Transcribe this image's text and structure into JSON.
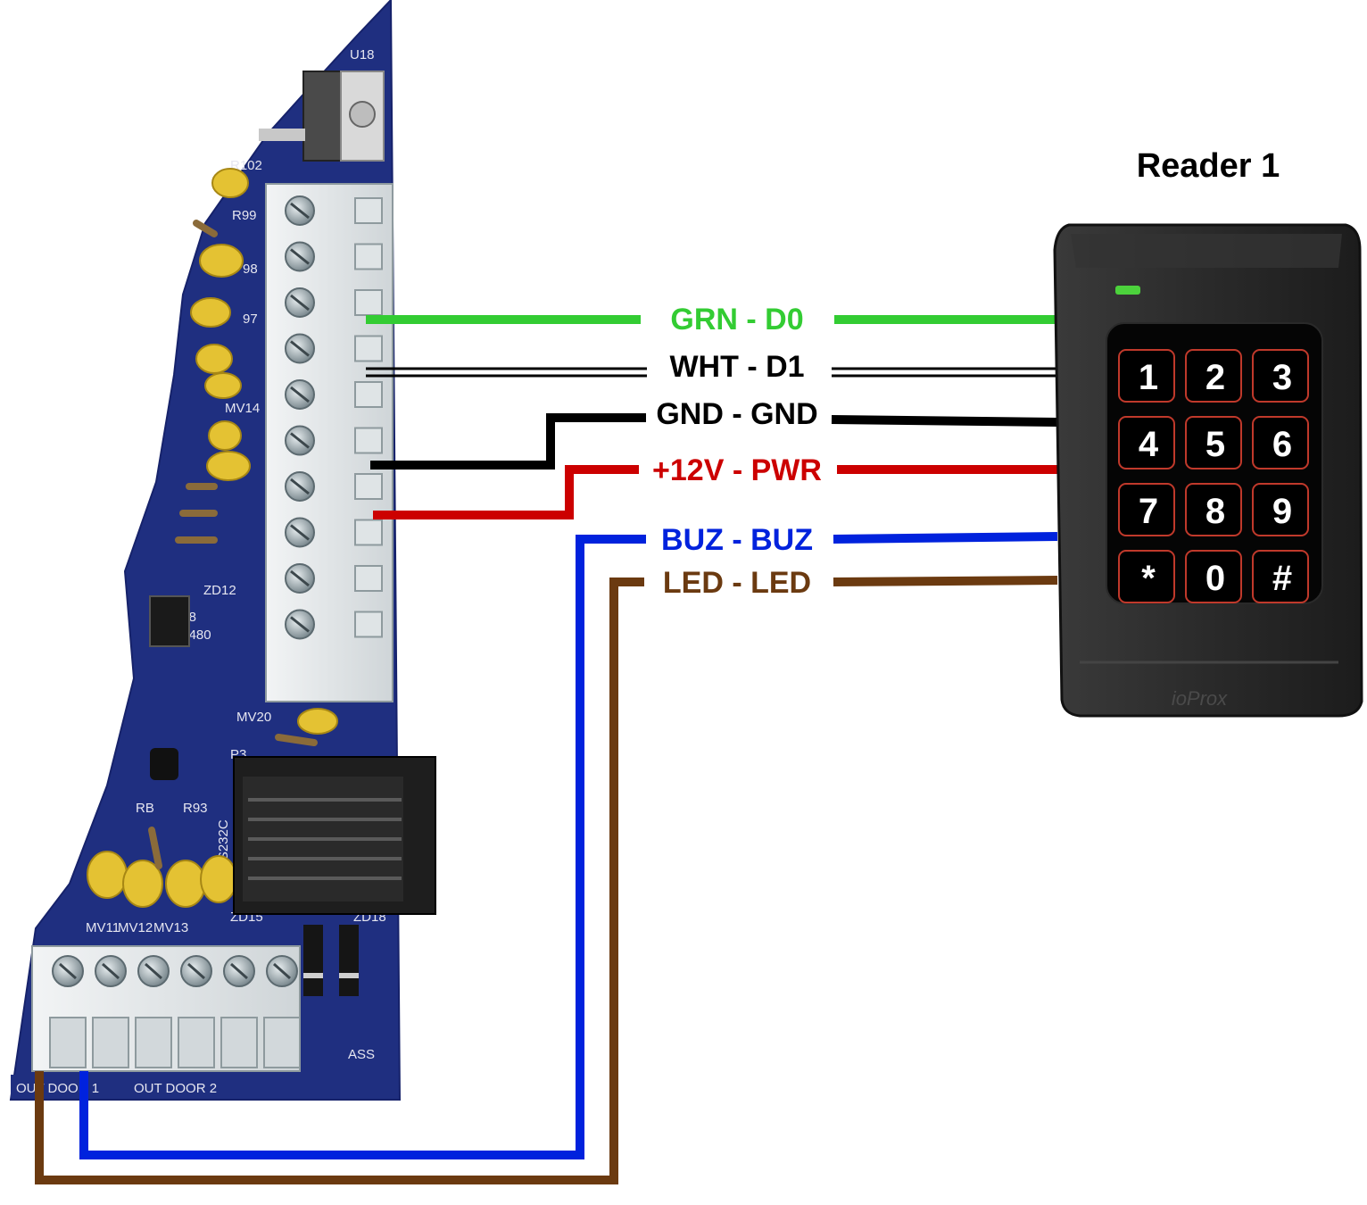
{
  "title": "Reader 1",
  "wires": [
    {
      "label": "GRN - D0",
      "color": "#33cc33"
    },
    {
      "label": "WHT - D1",
      "color": "#000000"
    },
    {
      "label": "GND - GND",
      "color": "#000000"
    },
    {
      "label": "+12V - PWR",
      "color": "#cc0000"
    },
    {
      "label": "BUZ - BUZ",
      "color": "#0022dd"
    },
    {
      "label": "LED - LED",
      "color": "#6b3a10"
    }
  ],
  "keypad": {
    "keys": [
      "1",
      "2",
      "3",
      "4",
      "5",
      "6",
      "7",
      "8",
      "9",
      "*",
      "0",
      "#"
    ],
    "brand": "ioProx"
  },
  "board": {
    "silkscreen": {
      "u18": "U18",
      "r102": "R102",
      "r99": "R99",
      "p98": "98",
      "p97": "97",
      "mv14": "MV14",
      "zd12": "ZD12",
      "cn8": "CN8",
      "chip": "LTC1480",
      "mv20": "MV20",
      "p3": "P3",
      "rs232c": "RS232C",
      "rb": "RB",
      "r93": "R93",
      "mv11": "MV11",
      "mv12": "MV12",
      "mv13": "MV13",
      "zd15": "ZD15",
      "zd18": "ZD18",
      "ass": "ASS",
      "bottom_left": "OUT  DOOR  1",
      "bottom_right": "OUT  DOOR  2"
    }
  }
}
